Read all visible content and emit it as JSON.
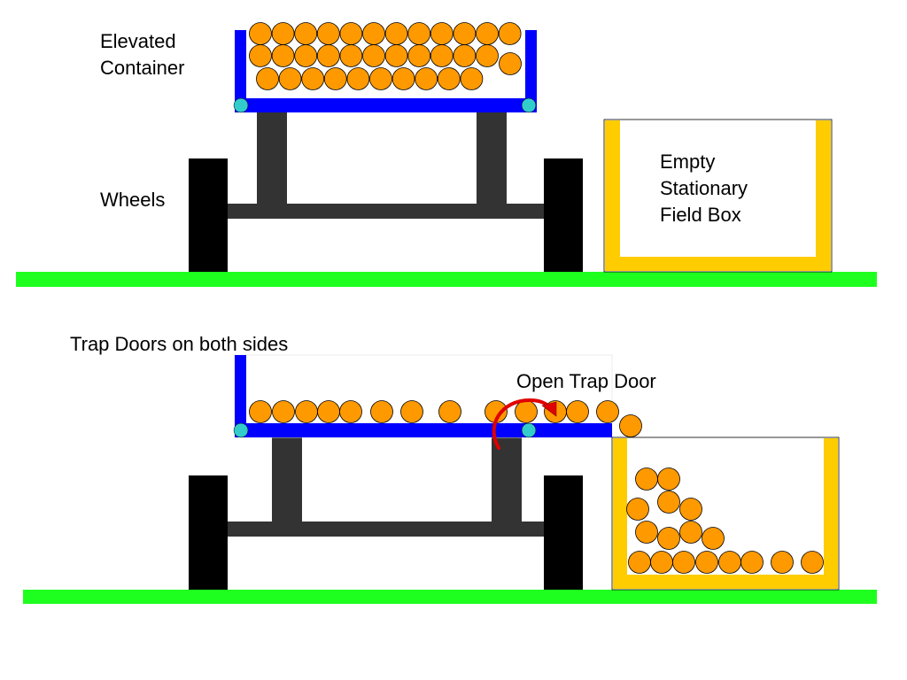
{
  "labels": {
    "elevated_container": [
      "Elevated",
      "Container"
    ],
    "wheels": "Wheels",
    "empty_field_box": [
      "Empty",
      "Stationary",
      "Field Box"
    ],
    "trap_doors": "Trap Doors on both sides",
    "open_trap_door": "Open Trap Door"
  },
  "colors": {
    "ground": "#1fff1f",
    "container_frame": "#0000ff",
    "hinge": "#33cccc",
    "frame": "#333333",
    "wheel": "#000000",
    "field_box": "#ffcc00",
    "fruit": "#ff9900",
    "fruit_outline": "#000000",
    "arrow": "#e00000"
  }
}
